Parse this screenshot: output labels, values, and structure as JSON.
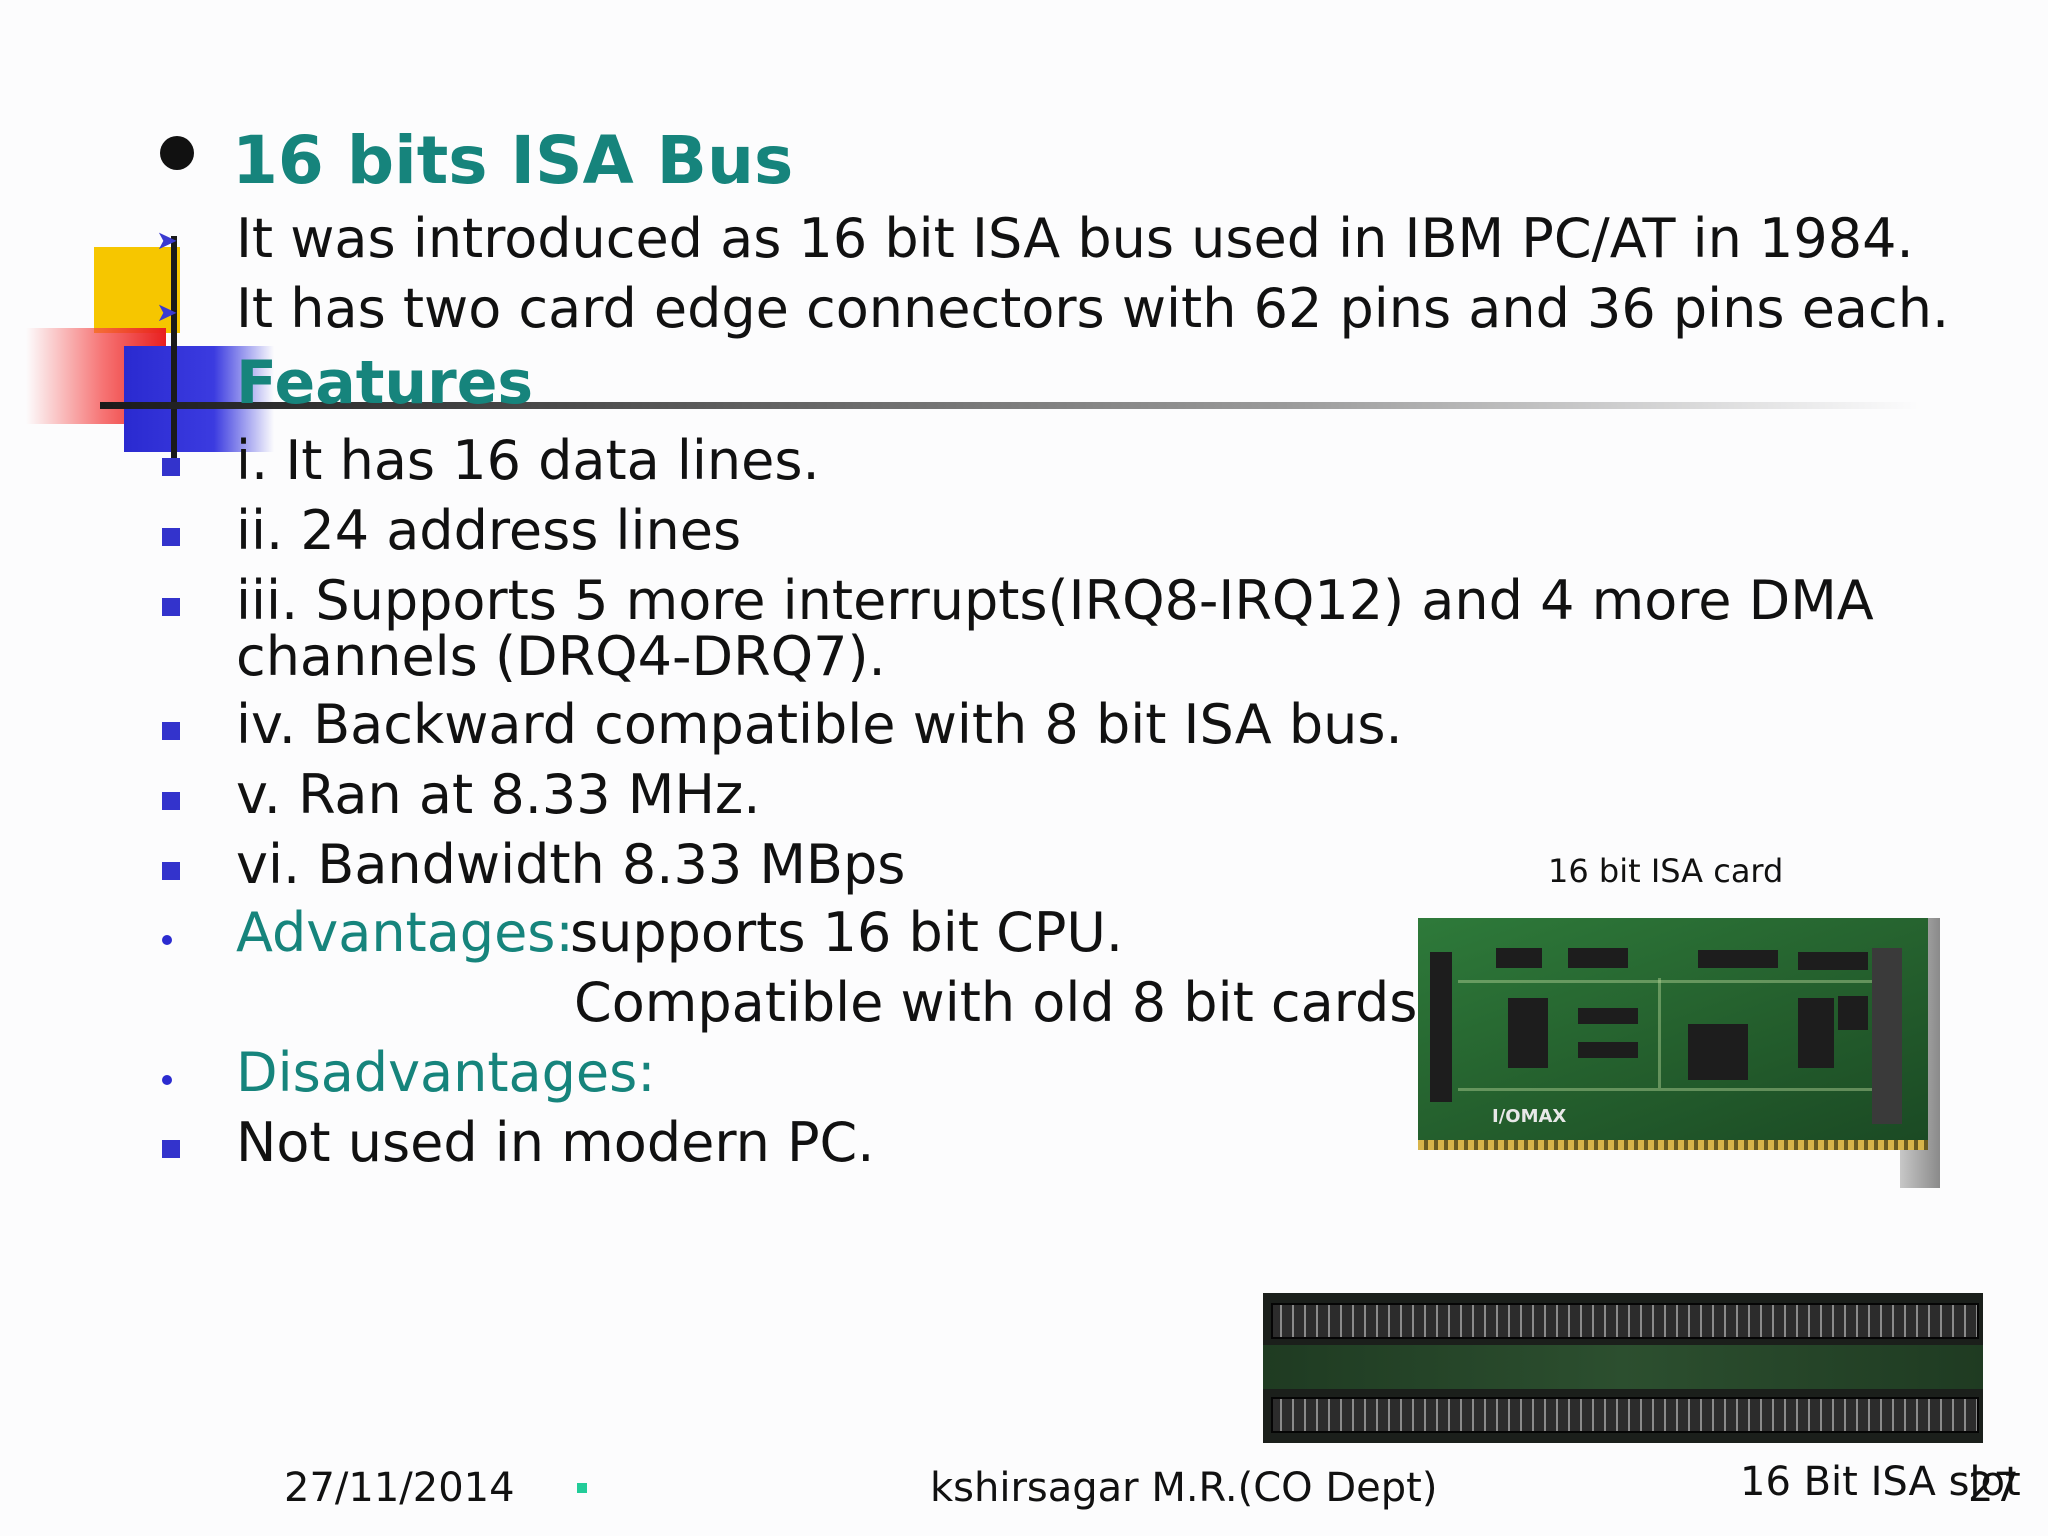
{
  "slide": {
    "title": "16 bits ISA Bus",
    "intro": [
      "It was introduced as 16 bit ISA bus used in IBM PC/AT in 1984.",
      "It has two card edge connectors with 62 pins and 36 pins each."
    ],
    "features_heading": "Features",
    "features": [
      "i. It has 16 data lines.",
      "ii. 24 address lines",
      "iii. Supports 5 more interrupts(IRQ8-IRQ12) and 4 more DMA",
      "channels (DRQ4-DRQ7).",
      "iv. Backward compatible with 8 bit ISA bus.",
      "v. Ran at 8.33 MHz.",
      "vi. Bandwidth 8.33 MBps"
    ],
    "advantages_label": "Advantages:",
    "advantages": [
      "supports 16 bit CPU.",
      "Compatible with old 8 bit cards"
    ],
    "disadvantages_label": "Disadvantages:",
    "disadvantages": [
      "Not used in modern PC."
    ],
    "card_caption": "16 bit ISA card",
    "card_brand": "I/OMAX",
    "slot_caption": "16 Bit ISA slot",
    "footer": {
      "date": "27/11/2014",
      "author": "kshirsagar M.R.(CO Dept)",
      "page": "27"
    },
    "colors": {
      "heading": "#16847c",
      "bullet": "#3333cc"
    }
  }
}
